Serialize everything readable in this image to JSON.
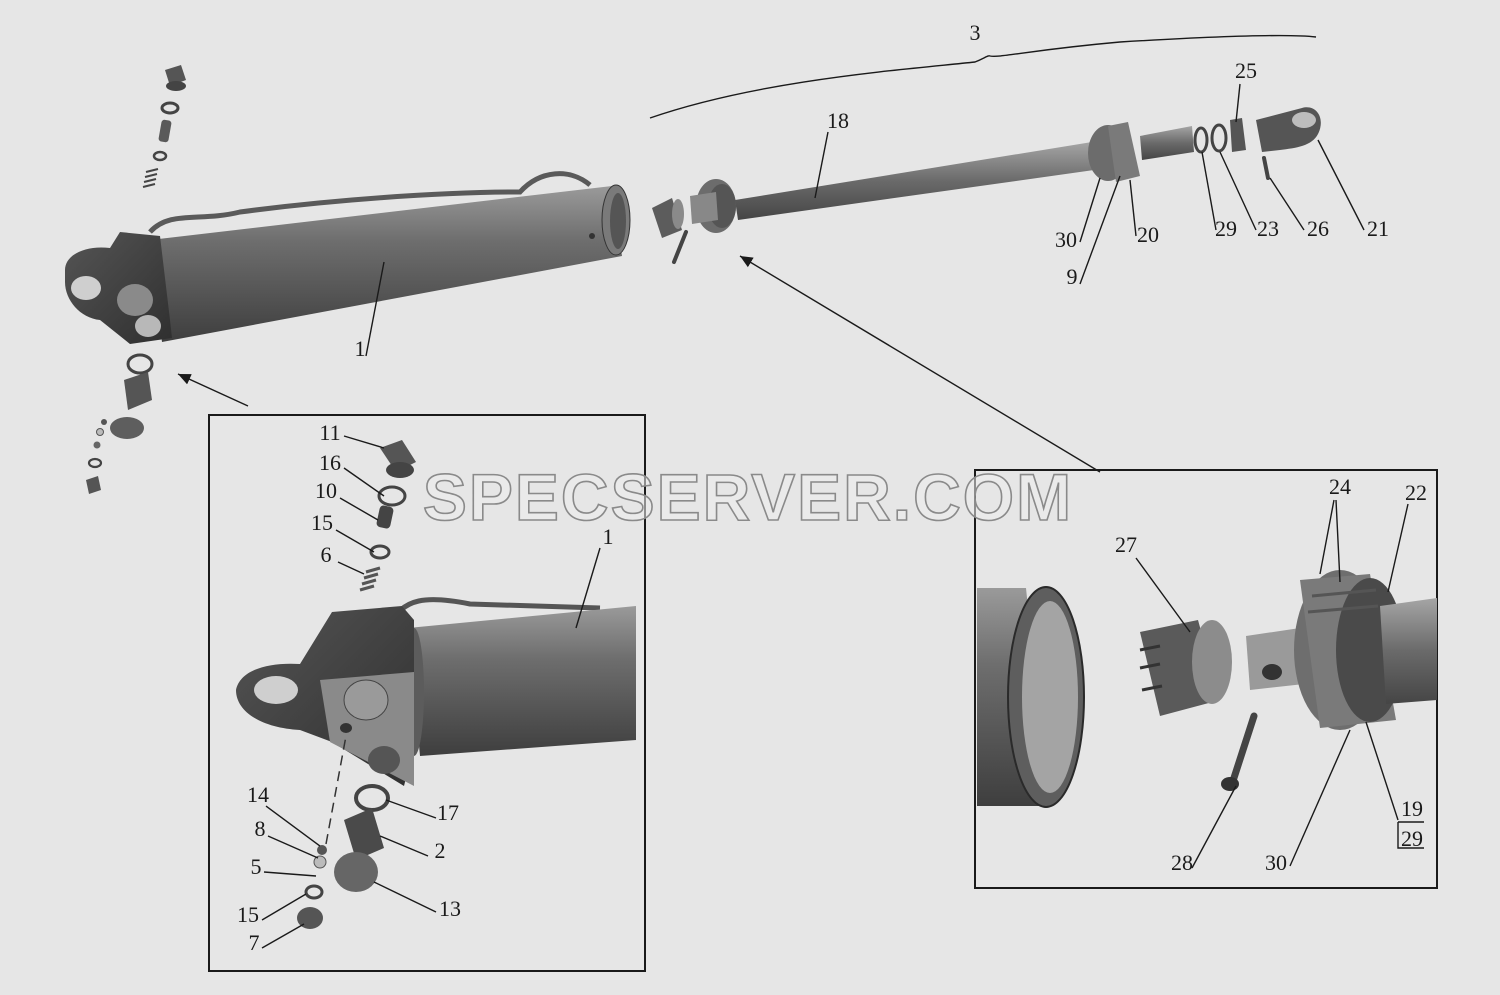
{
  "watermark": "SPECSERVER.COM",
  "labels": {
    "main": {
      "l3": "3",
      "l18": "18",
      "l25": "25",
      "l1": "1",
      "l30": "30",
      "l9": "9",
      "l20": "20",
      "l29": "29",
      "l23": "23",
      "l26": "26",
      "l21": "21"
    },
    "detail_left": {
      "l11": "11",
      "l16": "16",
      "l10": "10",
      "l15a": "15",
      "l6": "6",
      "l1": "1",
      "l14": "14",
      "l8": "8",
      "l5": "5",
      "l15b": "15",
      "l7": "7",
      "l17": "17",
      "l2": "2",
      "l13": "13"
    },
    "detail_right": {
      "l27": "27",
      "l24": "24",
      "l22": "22",
      "l19": "19",
      "l29": "29",
      "l28": "28",
      "l30": "30"
    }
  },
  "colors": {
    "background": "#e6e6e6",
    "part": "#6b6b6b",
    "line": "#1a1a1a"
  }
}
